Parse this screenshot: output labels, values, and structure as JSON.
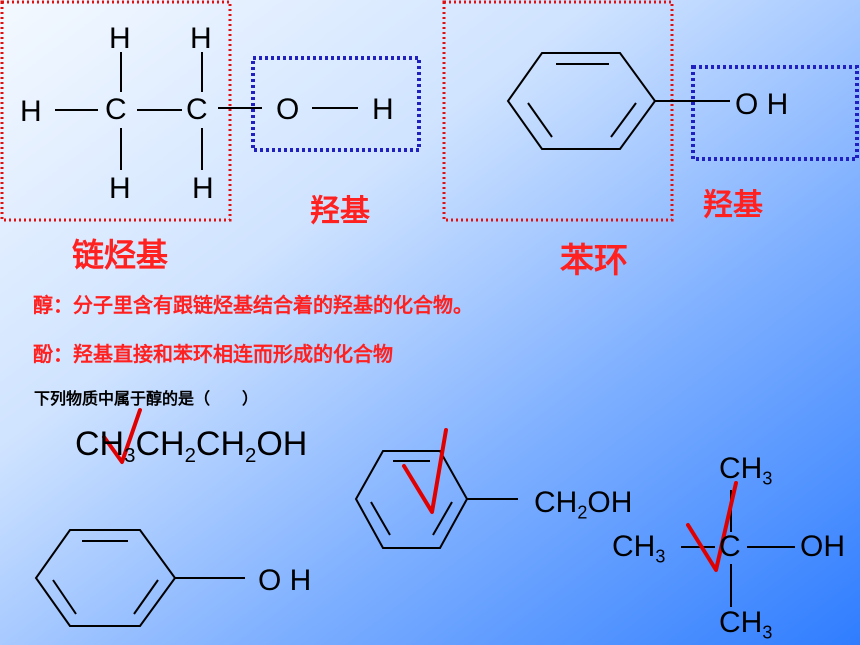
{
  "ethanol": {
    "atoms": {
      "h_top_left": "H",
      "h_top_right": "H",
      "h_left": "H",
      "c1": "C",
      "c2": "C",
      "o": "O",
      "h_right": "H",
      "h_bottom_left": "H",
      "h_bottom_right": "H"
    },
    "hydroxyl_label": "羟基",
    "chain_label": "链烃基"
  },
  "phenol_top": {
    "oh": "O H",
    "hydroxyl_label": "羟基",
    "ring_label": "苯环"
  },
  "definitions": {
    "alcohol": "醇：分子里含有跟链烃基结合着的羟基的化合物。",
    "phenol": "酚：羟基直接和苯环相连而形成的化合物"
  },
  "question": "下列物质中属于醇的是（　　）",
  "options": {
    "propanol": {
      "p1": "CH",
      "s1": "3",
      "p2": "CH",
      "s2": "2",
      "p3": "CH",
      "s3": "2",
      "p4": "OH"
    },
    "benzyl_alcohol": {
      "p1": "CH",
      "s1": "2",
      "p2": "OH"
    },
    "phenol": {
      "text": "O H"
    },
    "tert_butanol": {
      "top": "CH",
      "top_sub": "3",
      "left": "CH",
      "left_sub": "3",
      "center": "C",
      "right": "OH",
      "bottom": "CH",
      "bottom_sub": "3"
    }
  },
  "check_mark": "√",
  "colors": {
    "accent_red": "#ff2020",
    "box_red": "#e01010",
    "box_blue": "#2020c0"
  }
}
